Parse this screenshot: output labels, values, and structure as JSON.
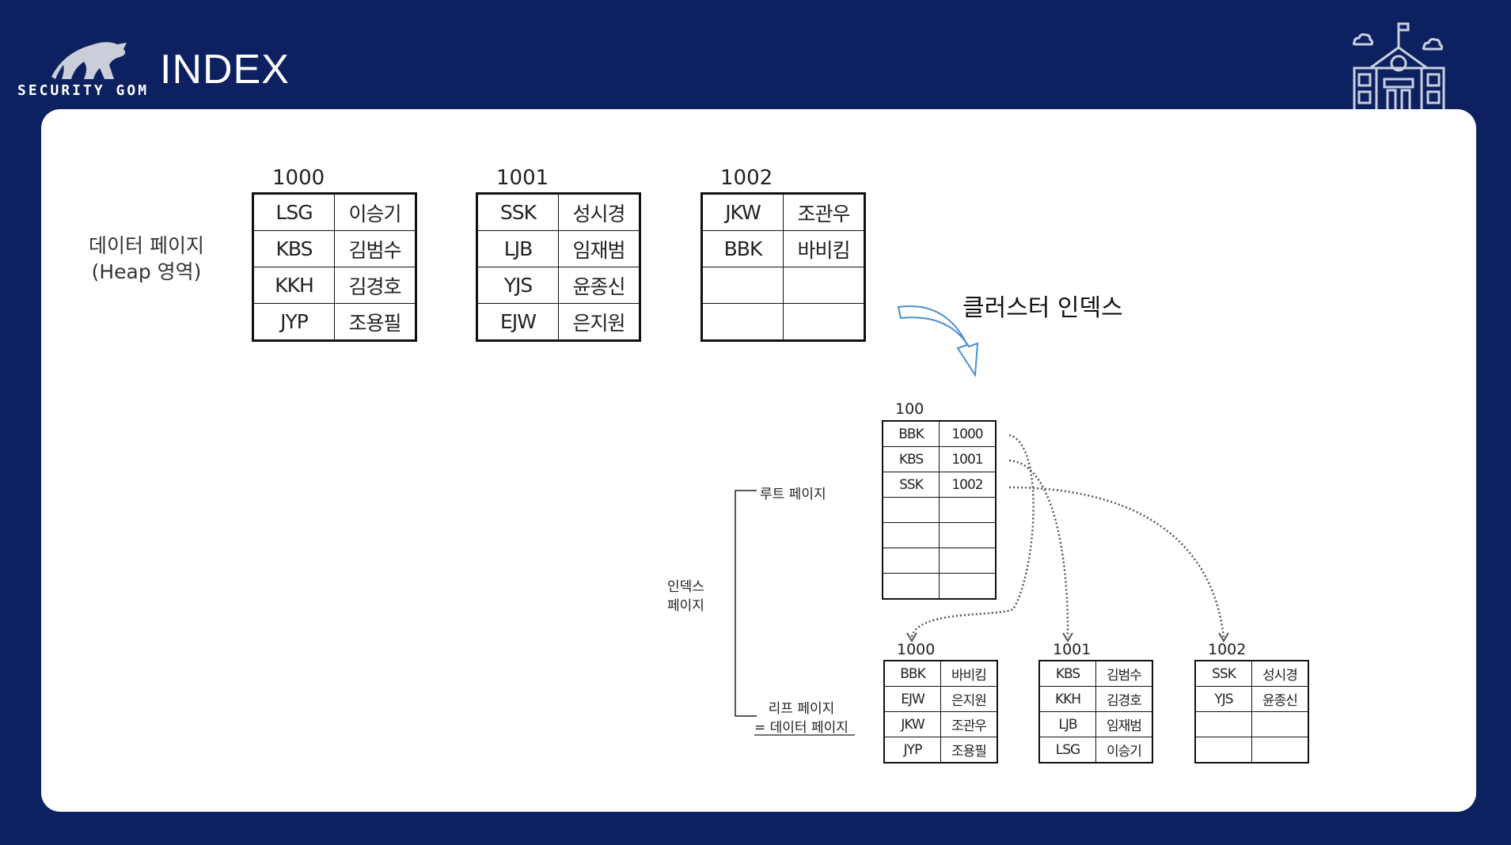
{
  "header": {
    "brand_text": "SECURITY GOM",
    "title": "INDEX"
  },
  "diagram": {
    "heap_label_line1": "데이터 페이지",
    "heap_label_line2": "(Heap 영역)",
    "cluster_label": "클러스터 인덱스",
    "data_pages": [
      {
        "id": "1000",
        "rows": [
          [
            "LSG",
            "이승기"
          ],
          [
            "KBS",
            "김범수"
          ],
          [
            "KKH",
            "김경호"
          ],
          [
            "JYP",
            "조용필"
          ]
        ]
      },
      {
        "id": "1001",
        "rows": [
          [
            "SSK",
            "성시경"
          ],
          [
            "LJB",
            "임재범"
          ],
          [
            "YJS",
            "윤종신"
          ],
          [
            "EJW",
            "은지원"
          ]
        ]
      },
      {
        "id": "1002",
        "rows": [
          [
            "JKW",
            "조관우"
          ],
          [
            "BBK",
            "바비킴"
          ],
          [
            "",
            ""
          ],
          [
            "",
            ""
          ]
        ]
      }
    ],
    "root_page": {
      "id": "100",
      "rows": [
        [
          "BBK",
          "1000"
        ],
        [
          "KBS",
          "1001"
        ],
        [
          "SSK",
          "1002"
        ],
        [
          "",
          ""
        ],
        [
          "",
          ""
        ],
        [
          "",
          ""
        ],
        [
          "",
          ""
        ]
      ]
    },
    "leaf_pages": [
      {
        "id": "1000",
        "rows": [
          [
            "BBK",
            "바비킴"
          ],
          [
            "EJW",
            "은지원"
          ],
          [
            "JKW",
            "조관우"
          ],
          [
            "JYP",
            "조용필"
          ]
        ]
      },
      {
        "id": "1001",
        "rows": [
          [
            "KBS",
            "김범수"
          ],
          [
            "KKH",
            "김경호"
          ],
          [
            "LJB",
            "임재범"
          ],
          [
            "LSG",
            "이승기"
          ]
        ]
      },
      {
        "id": "1002",
        "rows": [
          [
            "SSK",
            "성시경"
          ],
          [
            "YJS",
            "윤종신"
          ],
          [
            "",
            ""
          ],
          [
            "",
            ""
          ]
        ]
      }
    ],
    "root_page_label": "루트 페이지",
    "index_page_label_line1": "인덱스",
    "index_page_label_line2": "페이지",
    "leaf_label_line1": "리프 페이지",
    "leaf_label_line2": "= 데이터 페이지"
  },
  "colors": {
    "background": "#0d2160",
    "card": "#ffffff",
    "arrow": "#4a90d0"
  }
}
